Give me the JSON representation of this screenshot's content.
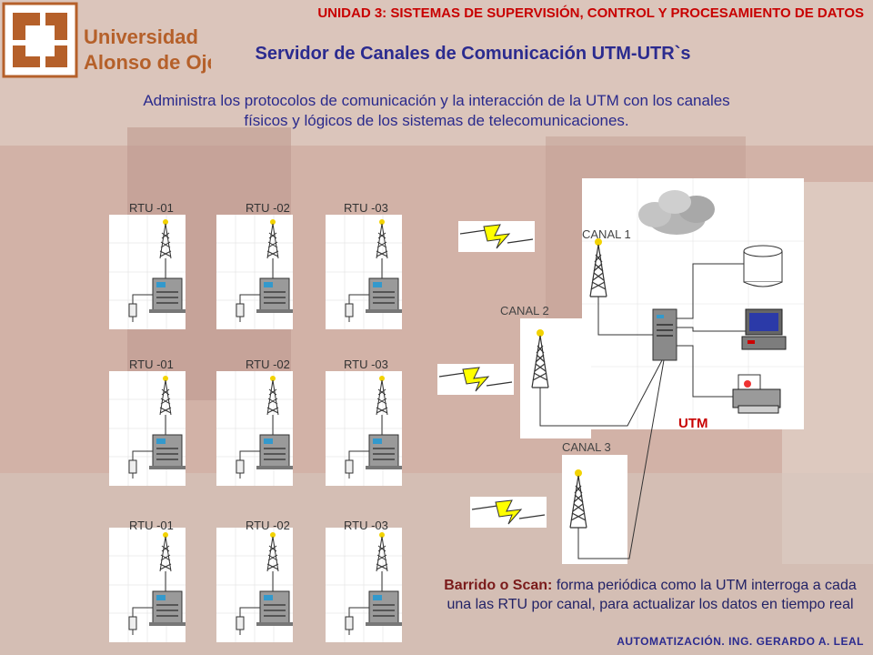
{
  "header": {
    "unit_title": "UNIDAD 3: SISTEMAS DE SUPERVISIÓN, CONTROL Y PROCESAMIENTO DE DATOS",
    "slide_title": "Servidor de Canales de Comunicación UTM-UTR`s"
  },
  "logo": {
    "line1": "Universidad",
    "line2": "Alonso de Ojeda",
    "color": "#b5602a"
  },
  "intro": {
    "line1": "Administra los protocolos de comunicación y la interacción de la UTM con los canales",
    "line2": "físicos y lógicos de los sistemas de telecomunicaciones."
  },
  "rtu_rows": [
    [
      "RTU -01",
      "RTU -02",
      "RTU -03"
    ],
    [
      "RTU -01",
      "RTU -02",
      "RTU -03"
    ],
    [
      "RTU -01",
      "RTU -02",
      "RTU -03"
    ]
  ],
  "channels": {
    "c1": "CANAL 1",
    "c2": "CANAL 2",
    "c3": "CANAL 3"
  },
  "utm_label": "UTM",
  "note": {
    "bold": "Barrido o Scan:",
    "text": " forma periódica como la UTM interroga a cada una las RTU por canal, para actualizar los datos en tiempo real"
  },
  "footer": "AUTOMATIZACIÓN. ING. GERARDO A. LEAL",
  "colors": {
    "title_red": "#c80000",
    "title_blue": "#2b2b8f",
    "lightning": "#ffff00"
  }
}
